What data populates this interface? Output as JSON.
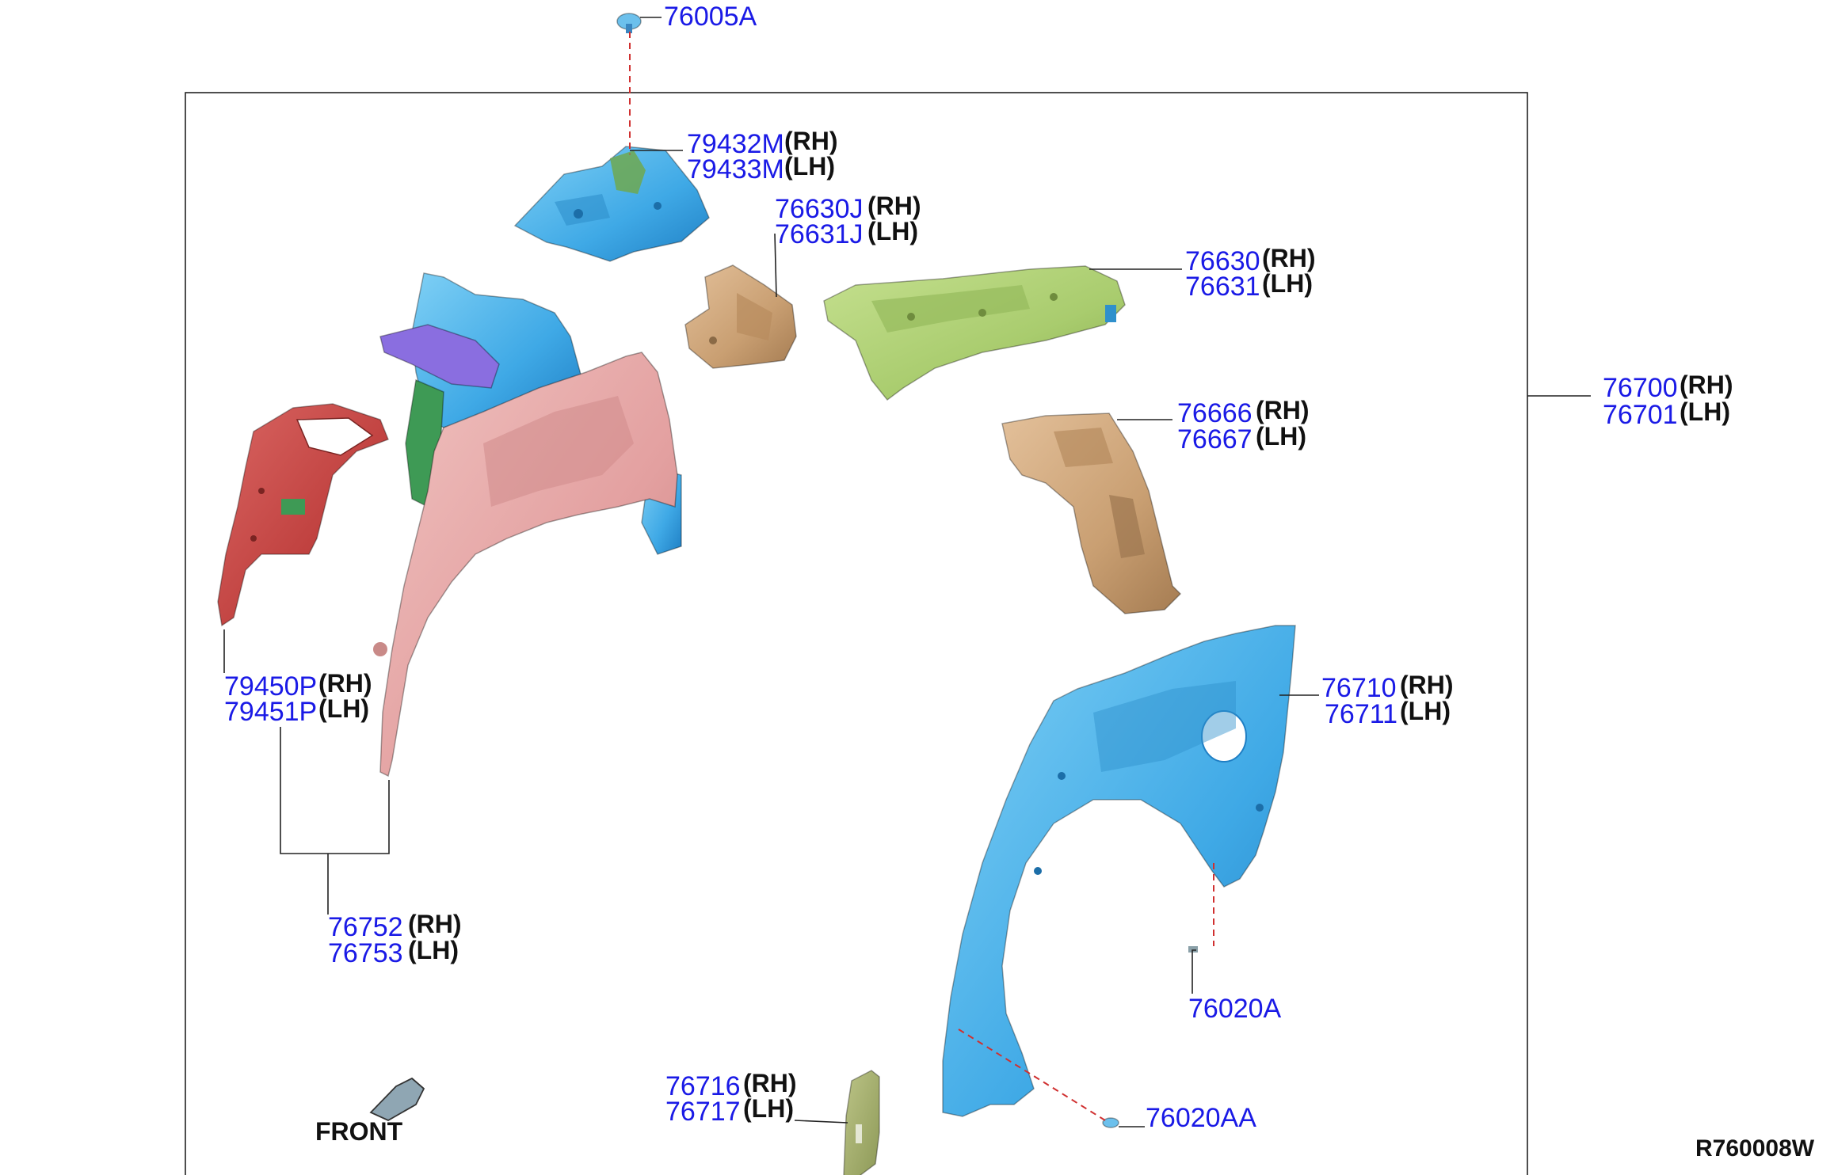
{
  "diagram": {
    "code": "R760008W",
    "front_label": "FRONT",
    "colors": {
      "blue_part": "#3fa9e6",
      "pink_part": "#e3a0a0",
      "green_part": "#a9cc6e",
      "tan_part": "#c99f72",
      "red_part": "#c0413f",
      "purple_part": "#8a6ee0",
      "dark_green_part": "#3e9a55",
      "part_number_text": "#1a1ae6",
      "leader_dash": "#d03030"
    },
    "callouts": [
      {
        "id": "c-76005a",
        "rh": "76005A",
        "lh": null,
        "rh_side": null,
        "lh_side": null
      },
      {
        "id": "c-79432m",
        "rh": "79432M",
        "lh": "79433M",
        "rh_side": "(RH)",
        "lh_side": "(LH)"
      },
      {
        "id": "c-76630j",
        "rh": "76630J",
        "lh": "76631J",
        "rh_side": "(RH)",
        "lh_side": "(LH)"
      },
      {
        "id": "c-76630",
        "rh": "76630",
        "lh": "76631",
        "rh_side": "(RH)",
        "lh_side": "(LH)"
      },
      {
        "id": "c-76700",
        "rh": "76700",
        "lh": "76701",
        "rh_side": "(RH)",
        "lh_side": "(LH)"
      },
      {
        "id": "c-76666",
        "rh": "76666",
        "lh": "76667",
        "rh_side": "(RH)",
        "lh_side": "(LH)"
      },
      {
        "id": "c-79450p",
        "rh": "79450P",
        "lh": "79451P",
        "rh_side": "(RH)",
        "lh_side": "(LH)"
      },
      {
        "id": "c-76710",
        "rh": "76710",
        "lh": "76711",
        "rh_side": "(RH)",
        "lh_side": "(LH)"
      },
      {
        "id": "c-76752",
        "rh": "76752",
        "lh": "76753",
        "rh_side": "(RH)",
        "lh_side": "(LH)"
      },
      {
        "id": "c-76020a",
        "rh": "76020A",
        "lh": null,
        "rh_side": null,
        "lh_side": null
      },
      {
        "id": "c-76716",
        "rh": "76716",
        "lh": "76717",
        "rh_side": "(RH)",
        "lh_side": "(LH)"
      },
      {
        "id": "c-76020aa",
        "rh": "76020AA",
        "lh": null,
        "rh_side": null,
        "lh_side": null
      }
    ]
  }
}
